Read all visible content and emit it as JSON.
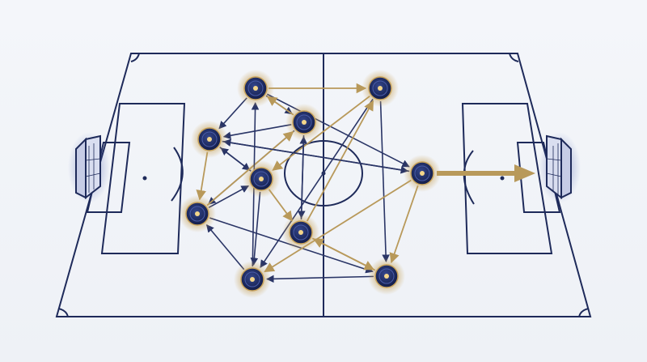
{
  "colors": {
    "background": "#f1f4f8",
    "pitch_line": "#1e2a5a",
    "player_fill": "#1c2a63",
    "player_ring": "#2a3a7a",
    "player_center": "#f3d58a",
    "player_glow": "#c8a35a",
    "arrow_gold": "#b8995a",
    "goal_glow": "#3a4fa8"
  },
  "icons": {
    "player": "player-node-icon",
    "goal": "goal-net-icon",
    "arrow": "pass-arrow-icon"
  },
  "diagram": {
    "type": "passing-network",
    "players": [
      {
        "id": "p1"
      },
      {
        "id": "p2"
      },
      {
        "id": "p3"
      },
      {
        "id": "p4"
      },
      {
        "id": "p5"
      },
      {
        "id": "p6"
      },
      {
        "id": "p7"
      },
      {
        "id": "p8"
      },
      {
        "id": "p9"
      },
      {
        "id": "p10"
      }
    ],
    "passes": [
      {
        "from": "p1",
        "to": "p2",
        "style": "gold"
      },
      {
        "from": "p1",
        "to": "p3",
        "style": "navy"
      },
      {
        "from": "p1",
        "to": "p4",
        "style": "navy"
      },
      {
        "from": "p1",
        "to": "p8",
        "style": "navy"
      },
      {
        "from": "p2",
        "to": "p5",
        "style": "gold"
      },
      {
        "from": "p2",
        "to": "p9",
        "style": "navy"
      },
      {
        "from": "p2",
        "to": "p10",
        "style": "navy"
      },
      {
        "from": "p3",
        "to": "p1",
        "style": "gold"
      },
      {
        "from": "p3",
        "to": "p4",
        "style": "navy"
      },
      {
        "from": "p3",
        "to": "p6",
        "style": "navy"
      },
      {
        "from": "p3",
        "to": "p7",
        "style": "navy"
      },
      {
        "from": "p4",
        "to": "p6",
        "style": "gold"
      },
      {
        "from": "p4",
        "to": "p8",
        "style": "navy"
      },
      {
        "from": "p4",
        "to": "p5",
        "style": "navy"
      },
      {
        "from": "p5",
        "to": "p7",
        "style": "gold"
      },
      {
        "from": "p5",
        "to": "p4",
        "style": "navy"
      },
      {
        "from": "p5",
        "to": "p9",
        "style": "navy"
      },
      {
        "from": "p6",
        "to": "p3",
        "style": "gold"
      },
      {
        "from": "p6",
        "to": "p5",
        "style": "navy"
      },
      {
        "from": "p6",
        "to": "p10",
        "style": "navy"
      },
      {
        "from": "p7",
        "to": "p10",
        "style": "gold"
      },
      {
        "from": "p7",
        "to": "p2",
        "style": "gold"
      },
      {
        "from": "p7",
        "to": "p3",
        "style": "navy"
      },
      {
        "from": "p8",
        "to": "p9",
        "style": "gold"
      },
      {
        "from": "p8",
        "to": "p10",
        "style": "gold"
      },
      {
        "from": "p8",
        "to": "p4",
        "style": "navy"
      },
      {
        "from": "p9",
        "to": "p1",
        "style": "navy"
      },
      {
        "from": "p9",
        "to": "p6",
        "style": "navy"
      },
      {
        "from": "p10",
        "to": "p7",
        "style": "gold"
      },
      {
        "from": "p10",
        "to": "p9",
        "style": "navy"
      }
    ],
    "final_ball": {
      "from": "p8",
      "style": "gold-thick"
    }
  }
}
